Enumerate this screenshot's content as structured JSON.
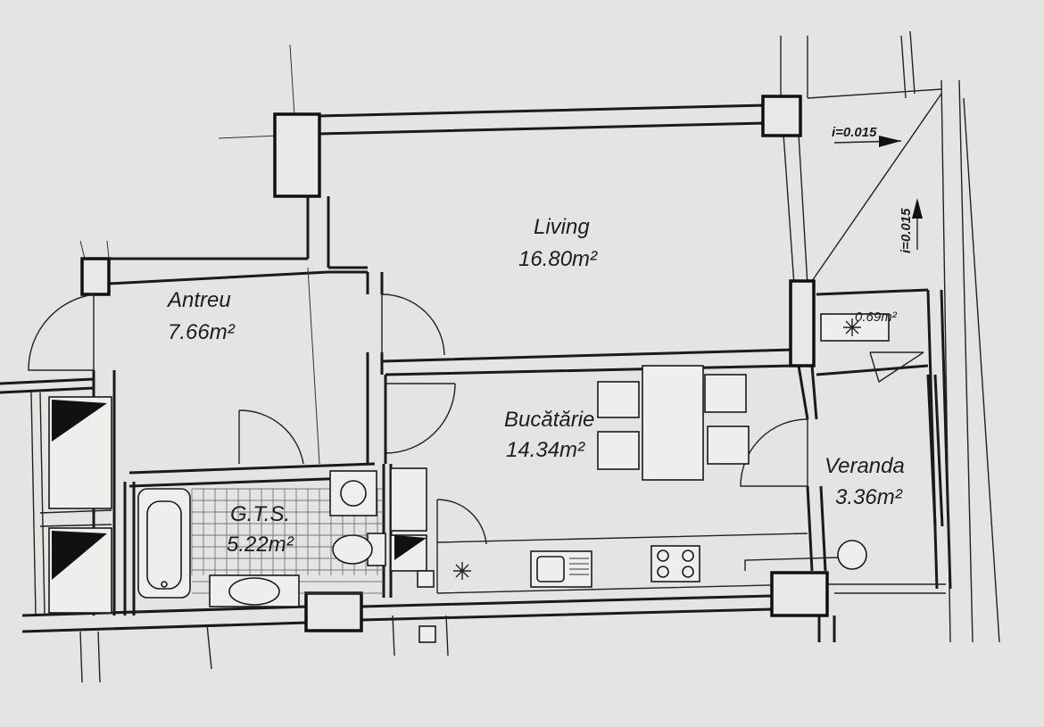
{
  "rooms": {
    "living": {
      "name": "Living",
      "area": "16.80m²"
    },
    "antreu": {
      "name": "Antreu",
      "area": "7.66m²"
    },
    "bucatarie": {
      "name": "Bucătărie",
      "area": "14.34m²"
    },
    "gts": {
      "name": "G.T.S.",
      "area": "5.22m²"
    },
    "veranda": {
      "name": "Veranda",
      "area": "3.36m²"
    },
    "storage": {
      "area": "0.69m²"
    }
  },
  "slopes": {
    "horizontal": "i=0.015",
    "vertical": "i=0.015"
  },
  "colors": {
    "paper": "#e4e4e2",
    "ink": "#1a1a1a"
  }
}
